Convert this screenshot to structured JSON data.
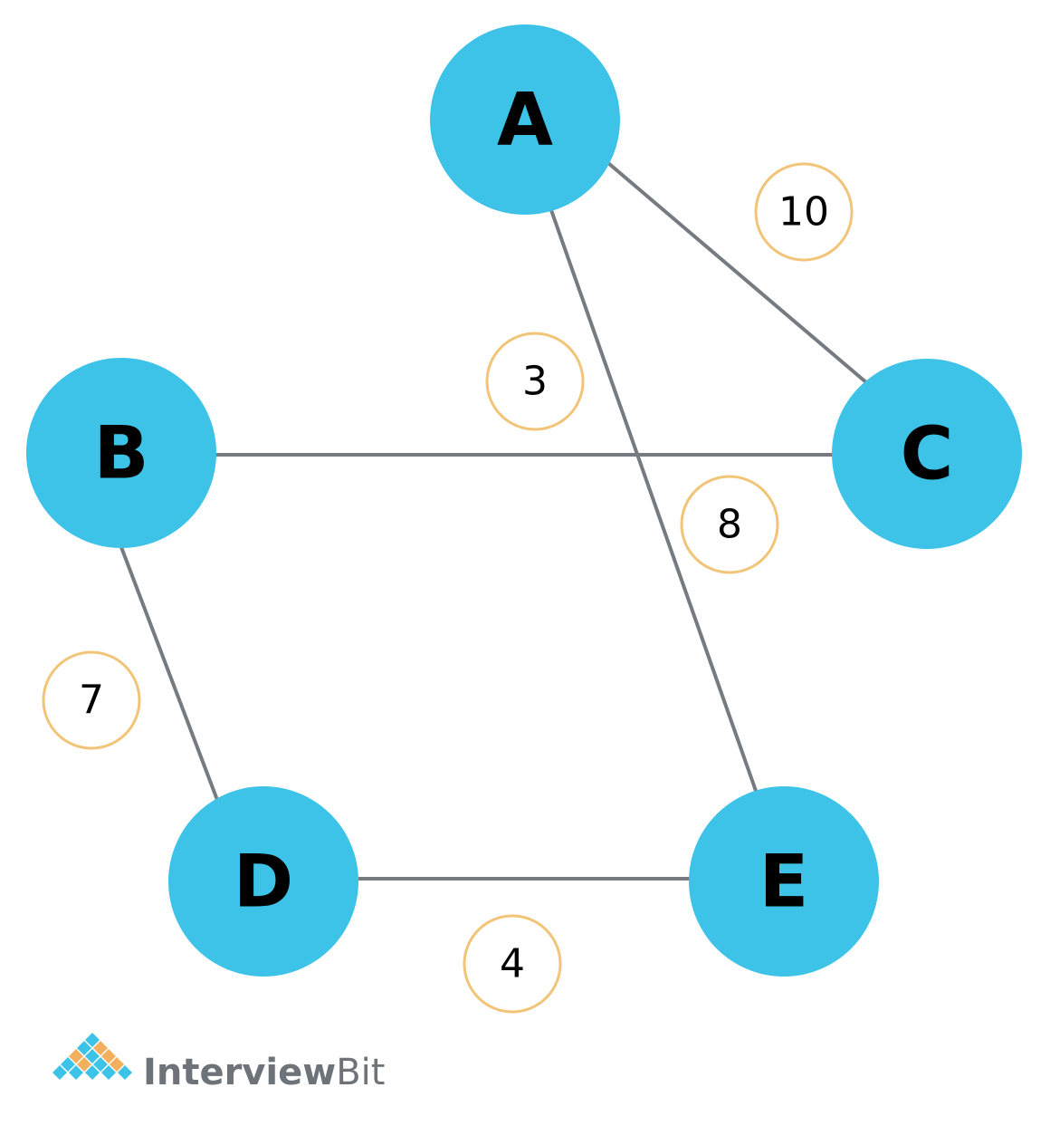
{
  "diagram": {
    "nodes": [
      {
        "id": "A",
        "label": "A"
      },
      {
        "id": "B",
        "label": "B"
      },
      {
        "id": "C",
        "label": "C"
      },
      {
        "id": "D",
        "label": "D"
      },
      {
        "id": "E",
        "label": "E"
      }
    ],
    "edges": [
      {
        "from": "A",
        "to": "C",
        "weight": "10"
      },
      {
        "from": "B",
        "to": "C",
        "weight": "3"
      },
      {
        "from": "A",
        "to": "E",
        "weight": "8"
      },
      {
        "from": "B",
        "to": "D",
        "weight": "7"
      },
      {
        "from": "D",
        "to": "E",
        "weight": "4"
      }
    ],
    "colors": {
      "node_fill": "#3dc3e8",
      "edge": "#757b80",
      "weight_ring": "#f2c477"
    }
  },
  "brand": {
    "name_bold": "Interview",
    "name_light": "Bit",
    "logo_colors": [
      "#3dc3e8",
      "#f2b05e"
    ]
  }
}
